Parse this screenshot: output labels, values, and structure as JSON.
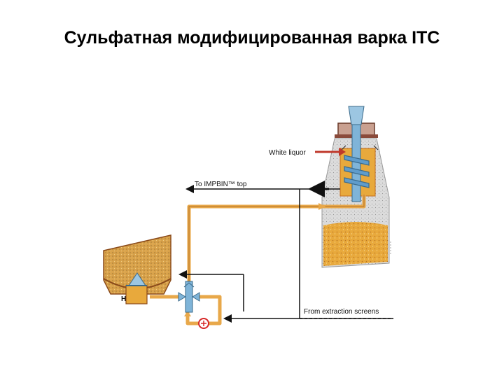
{
  "title": "Сульфатная модифицированная варка ITC",
  "labels": {
    "white_liquor": "White liquor",
    "to_impbin": "To IMPBIN™ top",
    "from_extraction": "From extraction screens",
    "h_mark": "H"
  },
  "colors": {
    "chip_fill": "#e8a93c",
    "chip_dark": "#c46a1a",
    "vessel_wall": "#d9d9d9",
    "pipe_orange": "#e8a84a",
    "pipe_blue": "#7fb4d8",
    "arrow_red": "#c0392b",
    "pump_red": "#d62828",
    "hood": "#8a4a3a"
  }
}
